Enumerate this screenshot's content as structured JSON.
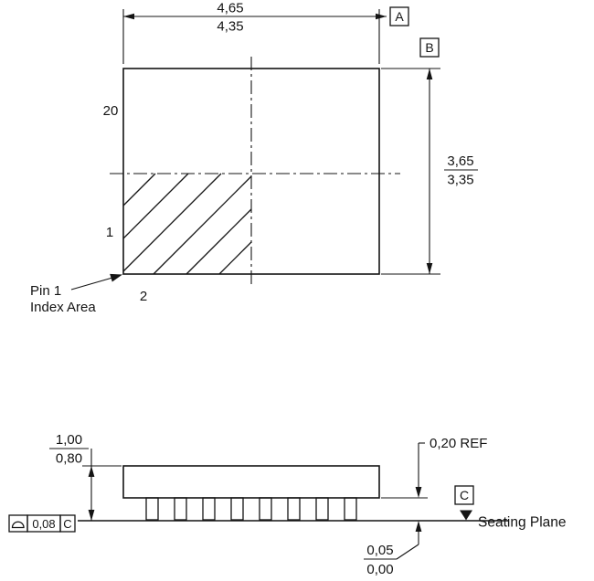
{
  "page": {
    "background": "#ffffff",
    "line_color": "#141414"
  },
  "top_view": {
    "width_dim": {
      "upper": "4,65",
      "lower": "4,35"
    },
    "height_dim": {
      "upper": "3,65",
      "lower": "3,35"
    },
    "datum_a": "A",
    "datum_b": "B",
    "pin20_label": "20",
    "pin1_label": "1",
    "pin2_label": "2",
    "index_note": {
      "line1": "Pin 1",
      "line2": "Index Area"
    }
  },
  "side_view": {
    "body_height_dim": {
      "upper": "1,00",
      "lower": "0,80"
    },
    "lead_thickness_dim": "0,20 REF",
    "standoff_dim": {
      "upper": "0,05",
      "lower": "0,00"
    },
    "datum_c": "C",
    "seating_plane_label": "Seating Plane",
    "tolerance_frame": {
      "symbol_icon": "profile-of-surface-symbol",
      "value": "0,08",
      "datum": "C"
    }
  }
}
